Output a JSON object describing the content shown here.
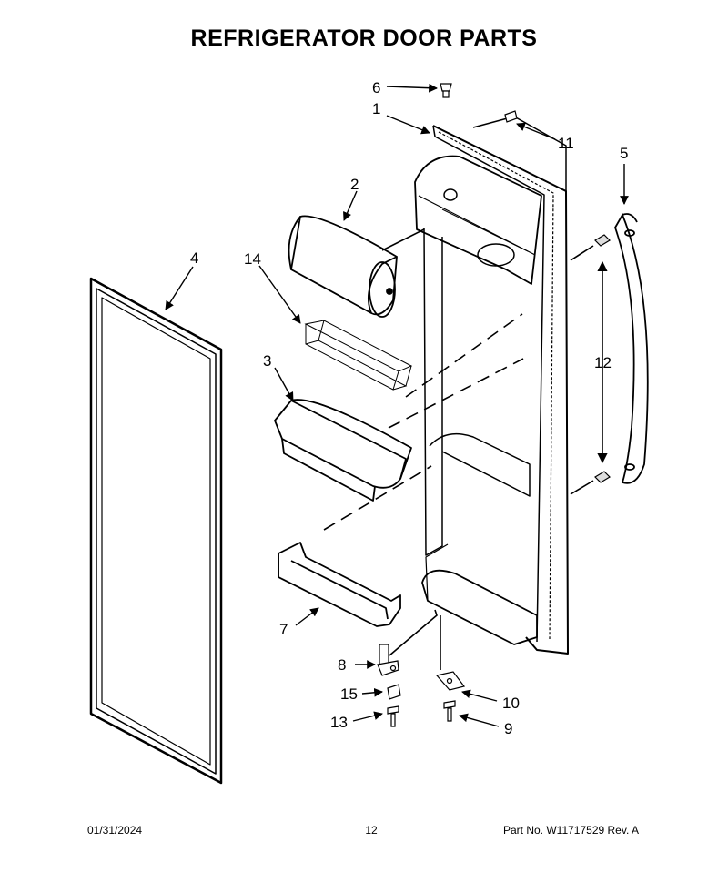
{
  "title": "REFRIGERATOR DOOR PARTS",
  "callouts": {
    "c1": "1",
    "c2": "2",
    "c3": "3",
    "c4": "4",
    "c5": "5",
    "c6": "6",
    "c7": "7",
    "c8": "8",
    "c9": "9",
    "c10": "10",
    "c11": "11",
    "c12": "12",
    "c13": "13",
    "c14": "14",
    "c15": "15"
  },
  "footer": {
    "date": "01/31/2024",
    "page": "12",
    "part_no": "Part No.  W11717529  Rev.  A"
  }
}
